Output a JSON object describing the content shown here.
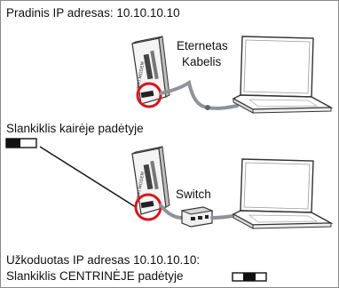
{
  "top_caption": "Pradinis IP adresas: 10.10.10.10",
  "cable_label_line1": "Eternetas",
  "cable_label_line2": "Kabelis",
  "slider_label": "Slankiklis kairėje padėtyje",
  "switch_label": "Switch",
  "bottom_caption_line1": "Užkoduotas IP adresas 10.10.10.10:",
  "bottom_caption_line2": "Slankiklis CENTRINĖJE padėtyje",
  "device_label": "WIFI MODEM",
  "slider_positions": [
    "left",
    "center"
  ],
  "colors": {
    "highlight_ring": "#d6161f",
    "cable": "#8e9399",
    "outline": "#333333"
  }
}
